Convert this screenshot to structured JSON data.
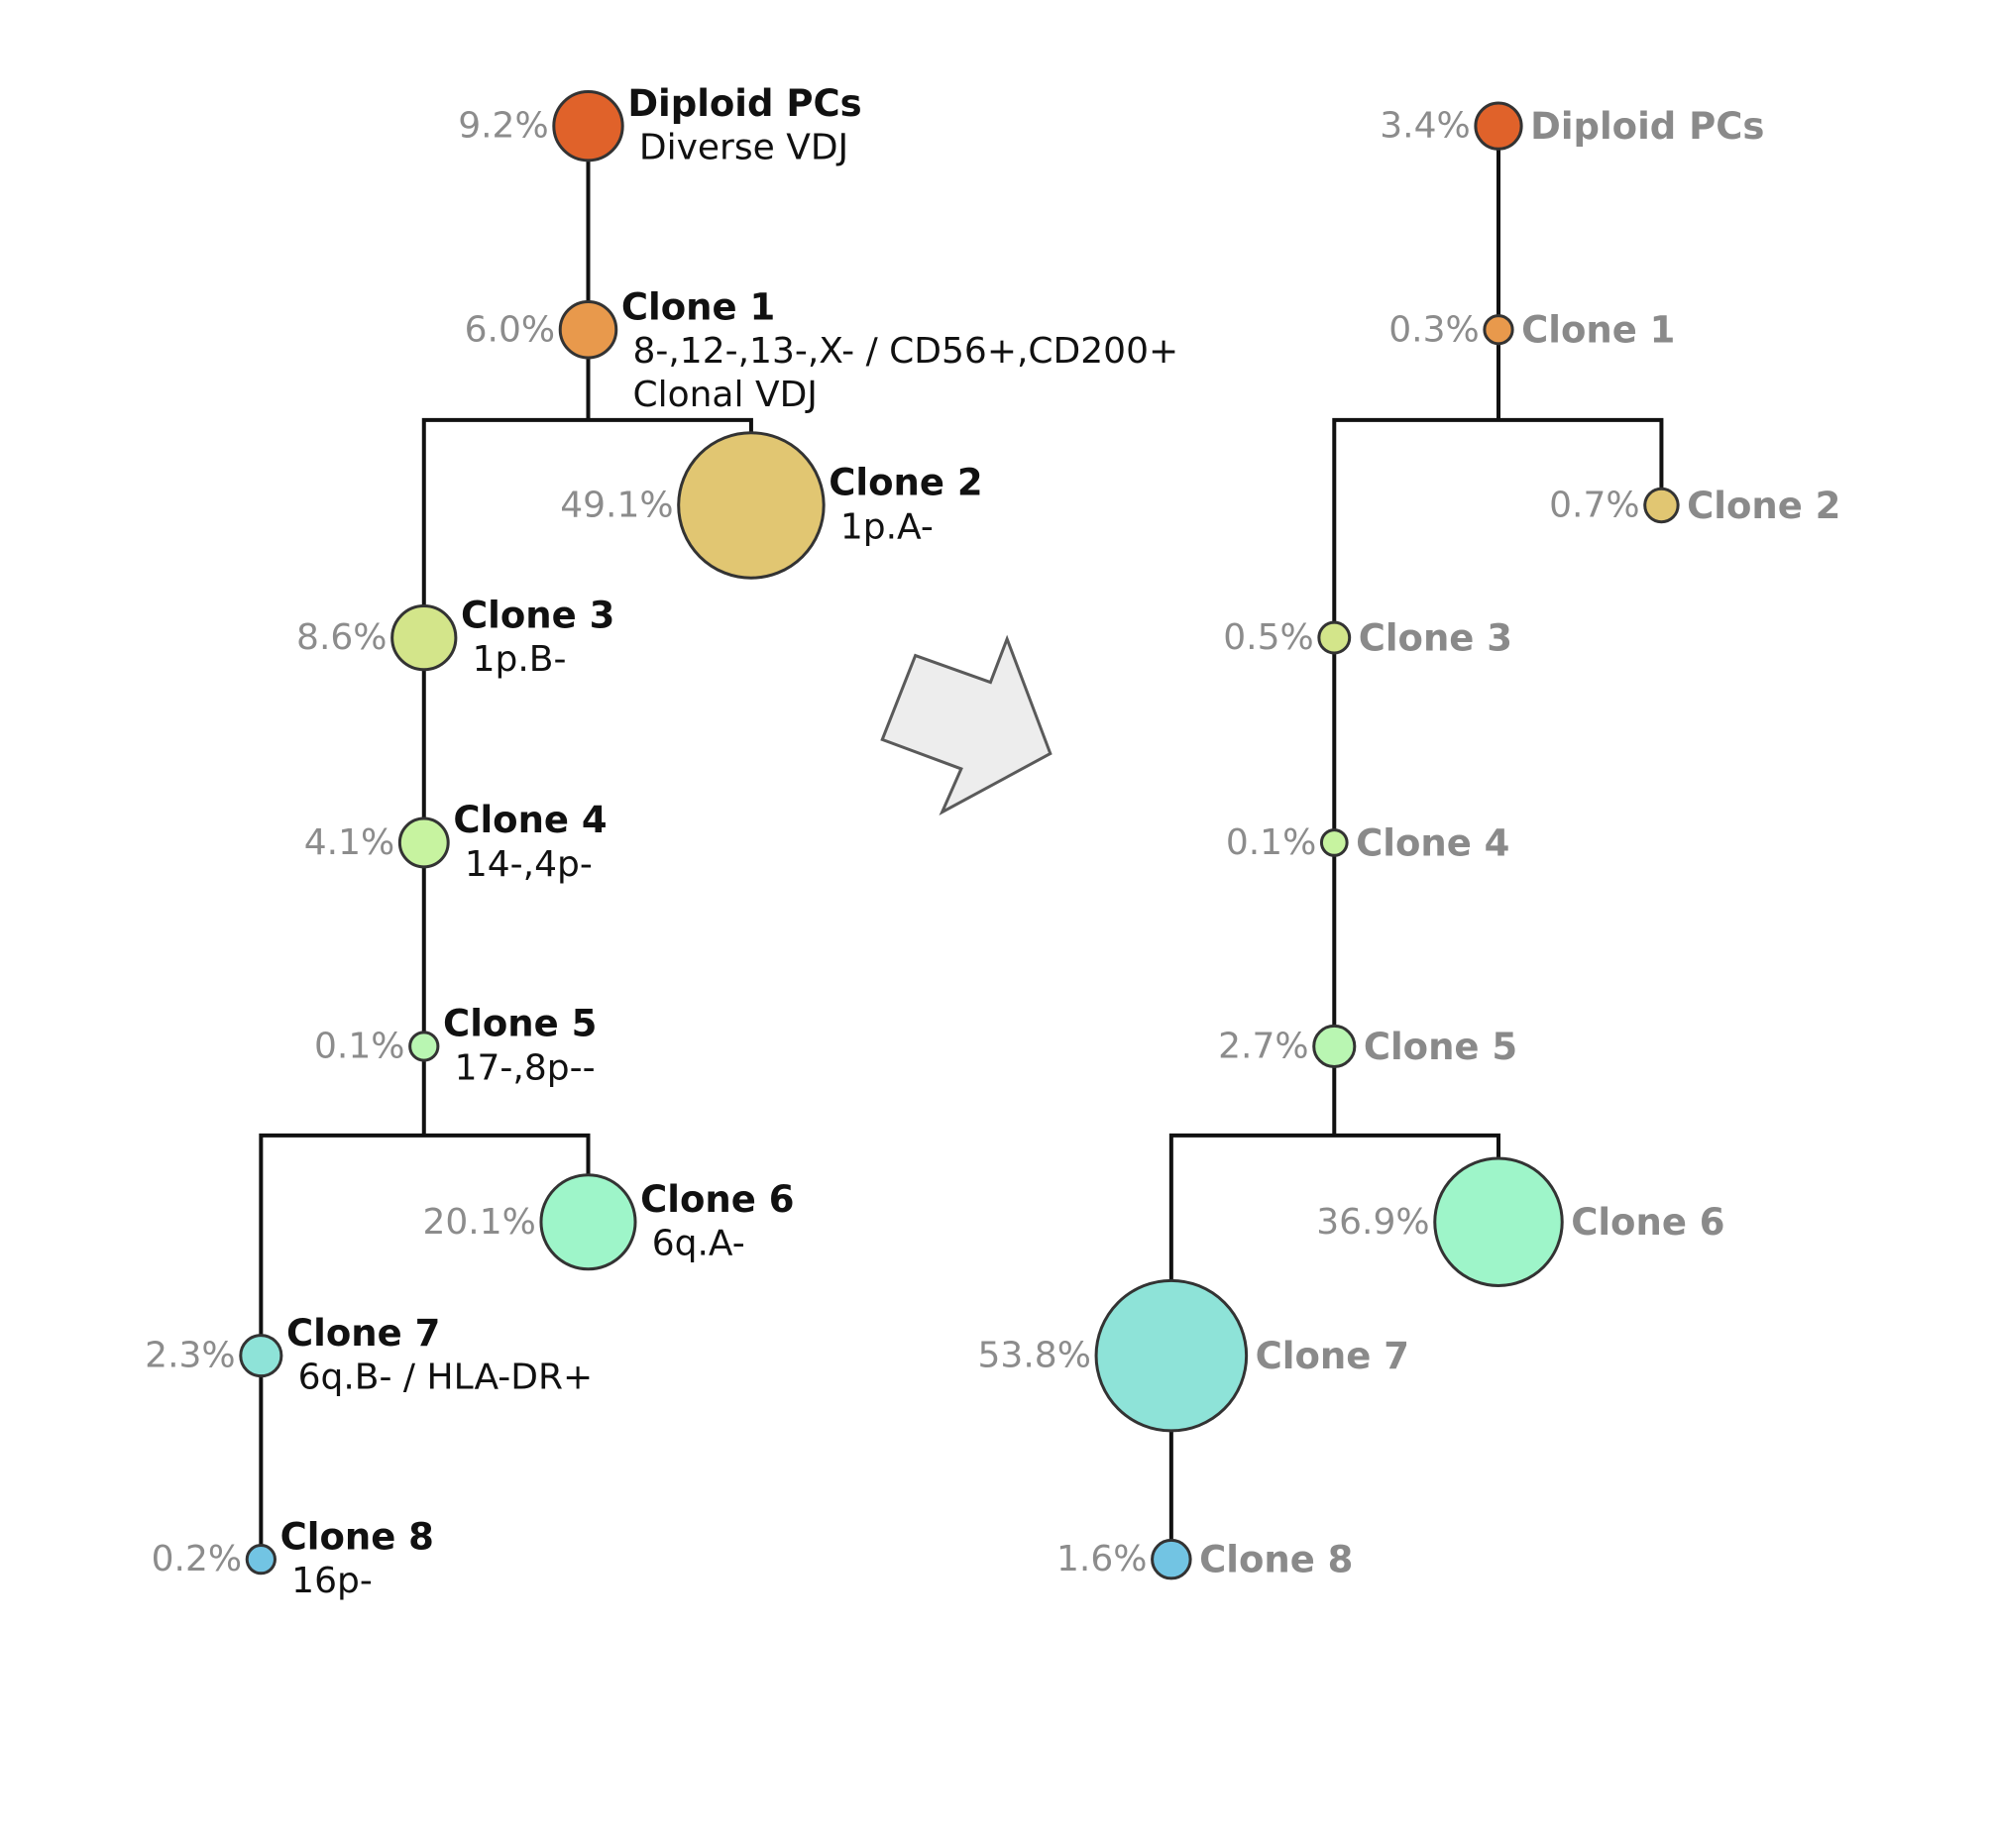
{
  "trees": {
    "left": {
      "nodes": [
        {
          "id": "diploid",
          "name": "Diploid PCs",
          "pct": "9.2%",
          "desc": [
            "Diverse VDJ"
          ],
          "color": "#e0622a"
        },
        {
          "id": "clone1",
          "name": "Clone 1",
          "pct": "6.0%",
          "desc": [
            "8-,12-,13-,X- / CD56+,CD200+",
            "Clonal VDJ"
          ],
          "color": "#e8994c"
        },
        {
          "id": "clone2",
          "name": "Clone 2",
          "pct": "49.1%",
          "desc": [
            "1p.A-"
          ],
          "color": "#e1c672"
        },
        {
          "id": "clone3",
          "name": "Clone 3",
          "pct": "8.6%",
          "desc": [
            "1p.B-"
          ],
          "color": "#d3e58a"
        },
        {
          "id": "clone4",
          "name": "Clone 4",
          "pct": "4.1%",
          "desc": [
            "14-,4p-"
          ],
          "color": "#c7f3a0"
        },
        {
          "id": "clone5",
          "name": "Clone 5",
          "pct": "0.1%",
          "desc": [
            "17-,8p--"
          ],
          "color": "#b9f6b2"
        },
        {
          "id": "clone6",
          "name": "Clone 6",
          "pct": "20.1%",
          "desc": [
            "6q.A-"
          ],
          "color": "#9ef5c9"
        },
        {
          "id": "clone7",
          "name": "Clone 7",
          "pct": "2.3%",
          "desc": [
            "6q.B- / HLA-DR+"
          ],
          "color": "#8ee3d8"
        },
        {
          "id": "clone8",
          "name": "Clone 8",
          "pct": "0.2%",
          "desc": [
            "16p-"
          ],
          "color": "#72c4e3"
        }
      ]
    },
    "right": {
      "nodes": [
        {
          "id": "diploid",
          "name": "Diploid PCs",
          "pct": "3.4%",
          "color": "#e0622a"
        },
        {
          "id": "clone1",
          "name": "Clone 1",
          "pct": "0.3%",
          "color": "#e8994c"
        },
        {
          "id": "clone2",
          "name": "Clone 2",
          "pct": "0.7%",
          "color": "#e1c672"
        },
        {
          "id": "clone3",
          "name": "Clone 3",
          "pct": "0.5%",
          "color": "#d3e58a"
        },
        {
          "id": "clone4",
          "name": "Clone 4",
          "pct": "0.1%",
          "color": "#c7f3a0"
        },
        {
          "id": "clone5",
          "name": "Clone 5",
          "pct": "2.7%",
          "color": "#b9f6b2"
        },
        {
          "id": "clone6",
          "name": "Clone 6",
          "pct": "36.9%",
          "color": "#9ef5c9"
        },
        {
          "id": "clone7",
          "name": "Clone 7",
          "pct": "53.8%",
          "color": "#8ee3d8"
        },
        {
          "id": "clone8",
          "name": "Clone 8",
          "pct": "1.6%",
          "color": "#72c4e3"
        }
      ]
    }
  },
  "arrow": {
    "icon": "block-arrow-icon",
    "fill": "#ededed",
    "stroke": "#5a5a5a"
  }
}
